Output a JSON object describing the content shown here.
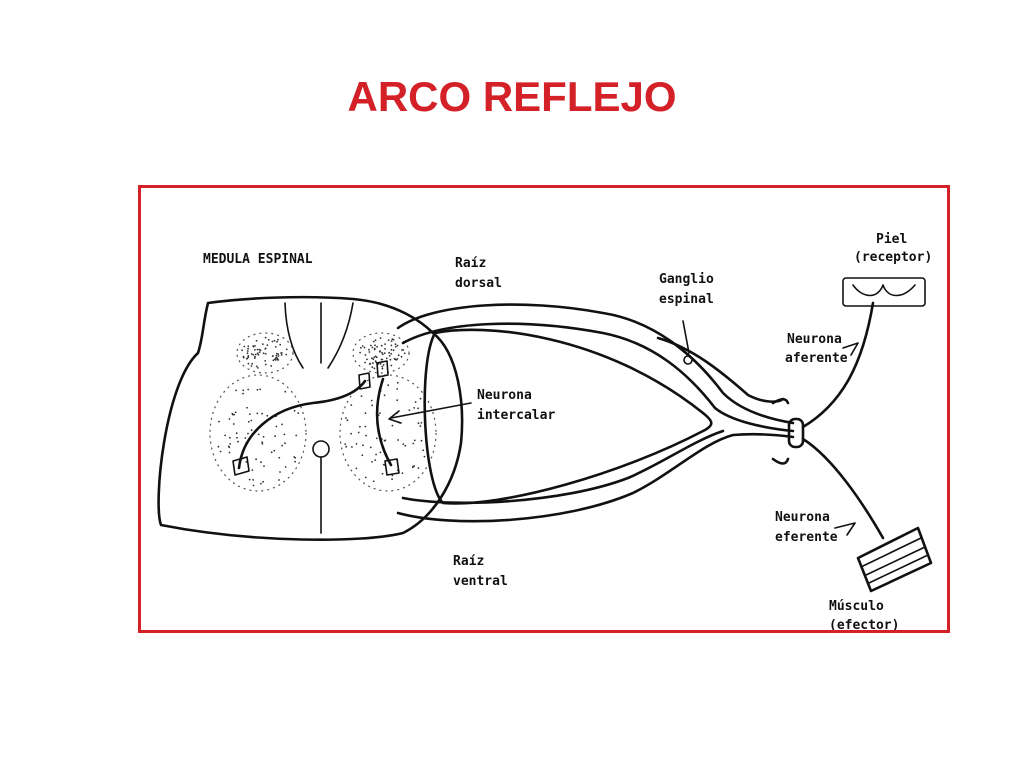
{
  "title": "ARCO REFLEJO",
  "colors": {
    "title": "#d42027",
    "frame": "#d42027",
    "ink": "#111111"
  },
  "labels": {
    "medula": "MEDULA ESPINAL",
    "raiz_dorsal_1": "Raíz",
    "raiz_dorsal_2": "dorsal",
    "ganglio_1": "Ganglio",
    "ganglio_2": "espinal",
    "piel_1": "Piel",
    "piel_2": "(receptor)",
    "neurona_aferente_1": "Neurona",
    "neurona_aferente_2": "aferente",
    "neurona_intercalar_1": "Neurona",
    "neurona_intercalar_2": "intercalar",
    "neurona_eferente_1": "Neurona",
    "neurona_eferente_2": "eferente",
    "raiz_ventral_1": "Raíz",
    "raiz_ventral_2": "ventral",
    "musculo_1": "Músculo",
    "musculo_2": "(efector)"
  }
}
